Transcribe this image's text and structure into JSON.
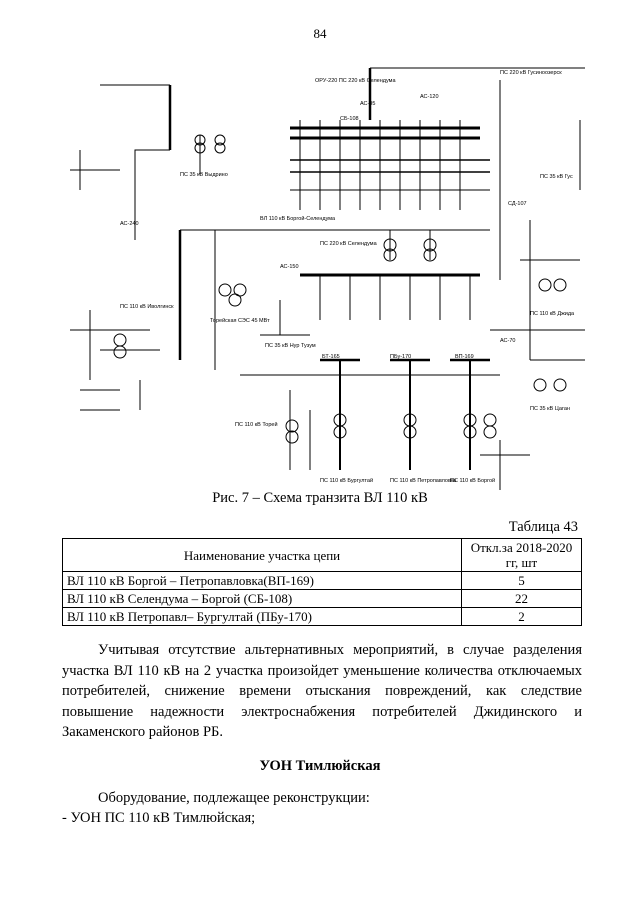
{
  "page_number": "84",
  "figure": {
    "caption": "Рис. 7 – Схема транзита ВЛ 110 кВ",
    "labels": {
      "orpu": "ОРУ-220 ПС 220 кВ Селендума",
      "ps35_vydrino": "ПС 35 кВ Выдрино",
      "ps220_selenduma": "ПС 220 кВ Селендума",
      "vl_borgoy": "ВЛ 110 кВ Боргой-Селендума",
      "torey_ses": "Торейская СЭС 45 МВт",
      "ps35_nur_tuzum": "ПС 35 кВ Нур Тузум",
      "ps110_ivolga": "ПС 110 кВ Иволгинск",
      "ps110_torey": "ПС 110 кВ Торей",
      "ps110_burgultay": "ПС 110 кВ Бургултай",
      "ps110_petropavl": "ПС 110 кВ Петропавловка",
      "ps110_borgoy": "ПС 110 кВ Боргой",
      "ps110_dzhida": "ПС 110 кВ Джида",
      "ps35_tsagan": "ПС 35 кВ Цаган",
      "ps35_gusinoe": "ПС 35 кВ Гус",
      "vl_sb108": "СБ-108",
      "vl_bp169": "ВП-169",
      "vl_pbu170": "ПБу-170",
      "vl_st165": "БТ-165",
      "vl_sd107": "СД-107",
      "cond_ac70": "АС-70",
      "cond_ac95": "АС-95",
      "cond_ac120": "АС-120",
      "cond_ac150": "АС-150",
      "cond_ac240": "АС-240",
      "ps_gusinoozersk": "ПС 220 кВ Гусиноозерск"
    }
  },
  "table": {
    "label": "Таблица 43",
    "headers": [
      "Наименование участка цепи",
      "Откл.за 2018-2020 гг, шт"
    ],
    "rows": [
      [
        "ВЛ 110 кВ Боргой – Петропавловка(ВП-169)",
        "5"
      ],
      [
        "ВЛ 110 кВ Селендума – Боргой (СБ-108)",
        "22"
      ],
      [
        "ВЛ 110 кВ Петропавл– Бургултай (ПБу-170)",
        "2"
      ]
    ]
  },
  "paragraph1": "Учитывая отсутствие альтернативных мероприятий, в случае разделения участка ВЛ 110 кВ на 2 участка произойдет уменьшение количества отключаемых потребителей, снижение времени отыскания повреждений, как следствие повышение надежности электроснабжения потребителей Джидинского и Закаменского районов РБ.",
  "heading": "УОН Тимлюйская",
  "equipment_intro": "Оборудование, подлежащее реконструкции:",
  "equipment_item": "- УОН ПС 110 кВ Тимлюйская;"
}
